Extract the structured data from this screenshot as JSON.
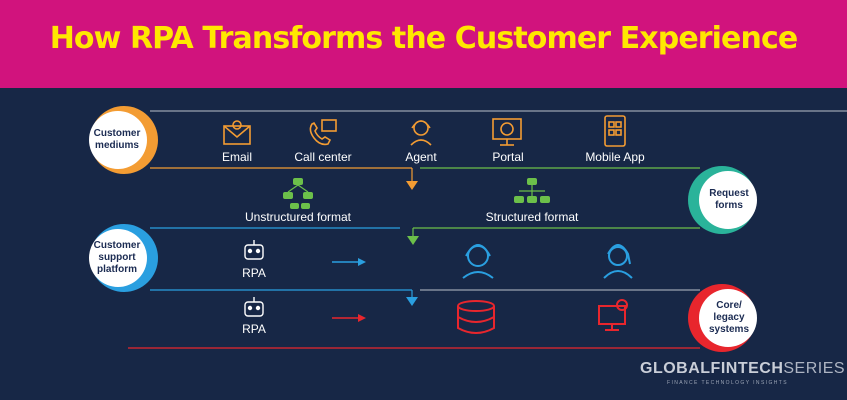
{
  "title": "How RPA Transforms the Customer Experience",
  "colors": {
    "banner": "#d1137d",
    "title": "#ffe800",
    "background": "#172746",
    "orange": "#f39c33",
    "green": "#6cc04a",
    "blue": "#2a9fe0",
    "red": "#e8262d",
    "gray_line": "#9aa2b1"
  },
  "nodes": {
    "customer_mediums": "Customer\nmediums",
    "request_forms": "Request\nforms",
    "customer_support_platform": "Customer\nsupport\nplatform",
    "core_legacy_systems": "Core/\nlegacy\nsystems"
  },
  "mediums": [
    {
      "label": "Email",
      "icon": "envelope-icon"
    },
    {
      "label": "Call center",
      "icon": "phone-icon"
    },
    {
      "label": "Agent",
      "icon": "headset-agent-icon"
    },
    {
      "label": "Portal",
      "icon": "monitor-globe-icon"
    },
    {
      "label": "Mobile App",
      "icon": "mobile-app-icon"
    }
  ],
  "formats": [
    {
      "label": "Unstructured format",
      "icon": "hierarchy-unstructured-icon"
    },
    {
      "label": "Structured format",
      "icon": "hierarchy-structured-icon"
    }
  ],
  "rpa_rows": [
    {
      "label": "RPA",
      "icon": "robot-icon"
    },
    {
      "label": "RPA",
      "icon": "robot-icon"
    }
  ],
  "logo": {
    "main": "GLOBALFINTECH",
    "suffix": "SERIES",
    "tagline": "FINANCE TECHNOLOGY INSIGHTS"
  }
}
